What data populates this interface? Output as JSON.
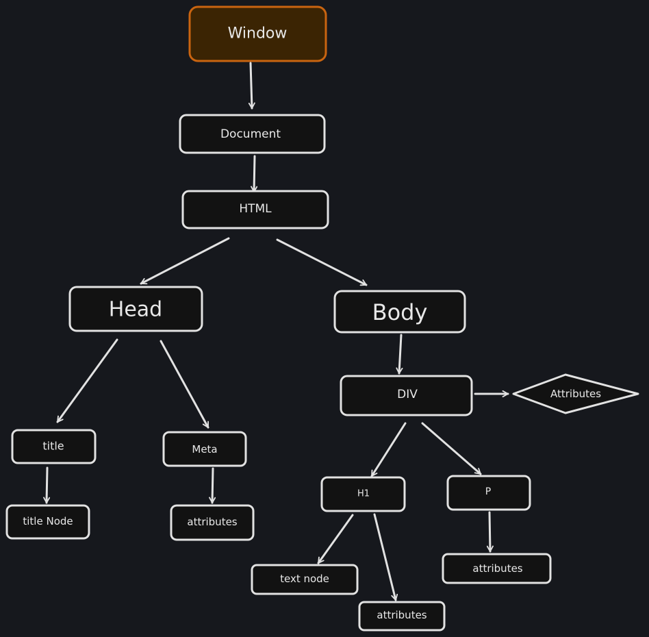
{
  "diagram": {
    "background": "#16181d",
    "stroke_color": "#e2e2e2",
    "root_fill": "#3b2403",
    "root_stroke": "#c96410",
    "nodes": {
      "window": "Window",
      "document": "Document",
      "html": "HTML",
      "head": "Head",
      "body": "Body",
      "div": "DIV",
      "div_attributes": "Attributes",
      "title": "title",
      "title_node": "title Node",
      "meta": "Meta",
      "meta_attributes": "attributes",
      "h1": "H1",
      "p": "P",
      "text_node": "text node",
      "h1_attributes": "attributes",
      "p_attributes": "attributes"
    },
    "edges": [
      [
        "window",
        "document"
      ],
      [
        "document",
        "html"
      ],
      [
        "html",
        "head"
      ],
      [
        "html",
        "body"
      ],
      [
        "head",
        "title"
      ],
      [
        "head",
        "meta"
      ],
      [
        "title",
        "title_node"
      ],
      [
        "meta",
        "meta_attributes"
      ],
      [
        "body",
        "div"
      ],
      [
        "div",
        "div_attributes"
      ],
      [
        "div",
        "h1"
      ],
      [
        "div",
        "p"
      ],
      [
        "h1",
        "text_node"
      ],
      [
        "h1",
        "h1_attributes"
      ],
      [
        "p",
        "p_attributes"
      ]
    ]
  }
}
